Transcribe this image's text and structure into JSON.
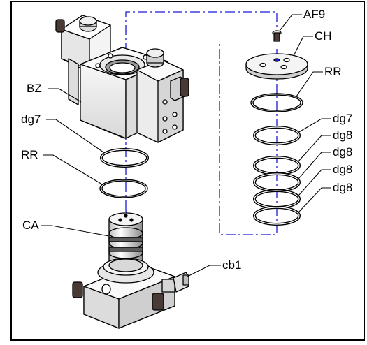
{
  "diagram": {
    "labels": {
      "af9": "AF9",
      "ch": "CH",
      "rr_right": "RR",
      "bz": "BZ",
      "dg7_left": "dg7",
      "rr_left": "RR",
      "ca": "CA",
      "cb1": "cb1",
      "dg7_right": "dg7",
      "dg8_1": "dg8",
      "dg8_2": "dg8",
      "dg8_3": "dg8",
      "dg8_4": "dg8"
    },
    "colors": {
      "line": "#000000",
      "center_line": "#1a1ad6",
      "fill_light": "#f2f2f2",
      "fill_mid": "#d9d9d9",
      "fill_dark": "#9a9a9a",
      "plug": "#4a3a35"
    }
  }
}
